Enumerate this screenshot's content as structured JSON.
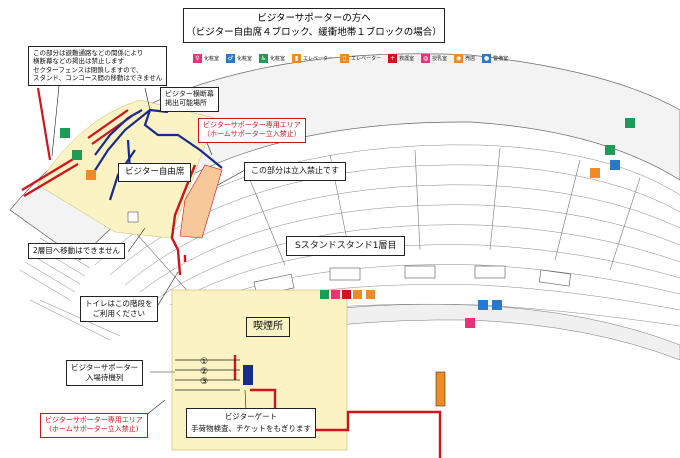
{
  "title": {
    "line1": "ビジターサポーターの方へ",
    "line2": "（ビジター自由席４ブロック、緩衝地帯１ブロックの場合）"
  },
  "legend": [
    {
      "label": "化粧室",
      "color": "#e8337a",
      "glyph": "♀"
    },
    {
      "label": "化粧室",
      "color": "#2a78c8",
      "glyph": "♂"
    },
    {
      "label": "化粧室",
      "color": "#1f9a57",
      "glyph": "♿"
    },
    {
      "label": "エレベーター",
      "color": "#ef8a25",
      "glyph": "▮"
    },
    {
      "label": "エレベーター",
      "color": "#ef8a25",
      "glyph": "▯"
    },
    {
      "label": "救護室",
      "color": "#d0141e",
      "glyph": "+"
    },
    {
      "label": "授乳室",
      "color": "#e8337a",
      "glyph": "◍"
    },
    {
      "label": "売店",
      "color": "#ef8a25",
      "glyph": "◉"
    },
    {
      "label": "警備室",
      "color": "#2a78c8",
      "glyph": "●"
    }
  ],
  "notes": {
    "restricted": [
      "この部分は避難通路などの関係により",
      "横断幕などの掲出は禁止します",
      "セクターフェンスは閉鎖しますので、",
      "スタンド、コンコース間の移動はできません"
    ],
    "banner": [
      "ビジター横断幕",
      "掲出可能場所"
    ],
    "exclusive_top": [
      "ビジターサポーター専用エリア",
      "（ホームサポーター立入禁止）"
    ],
    "free_seats": "ビジター自由席",
    "no_entry": "この部分は立入禁止です",
    "no_second_floor": "2層目へ移動はできません",
    "stand_label": "Sスタンドスタンド1層目",
    "toilet": [
      "トイレはこの階段を",
      "ご利用ください"
    ],
    "smoking": "喫煙所",
    "queue": [
      "ビジターサポーター",
      "入場待機列"
    ],
    "exclusive_bottom": [
      "ビジターサポーター専用エリア",
      "(ホームサポーター立入禁止)"
    ],
    "gate": [
      "ビジターゲート",
      "手荷物検査、チケットをもぎります"
    ],
    "queue_numbers": [
      "①",
      "②",
      "③"
    ]
  },
  "colors": {
    "red": "#d0141e",
    "blue": "#1a2c8a",
    "yellow_zone": "#fbf3c4",
    "orange_zone": "#f7c99a",
    "gate_orange": "#ef8a25",
    "gate_blue": "#1a2c8a",
    "green": "#1f9a57"
  }
}
